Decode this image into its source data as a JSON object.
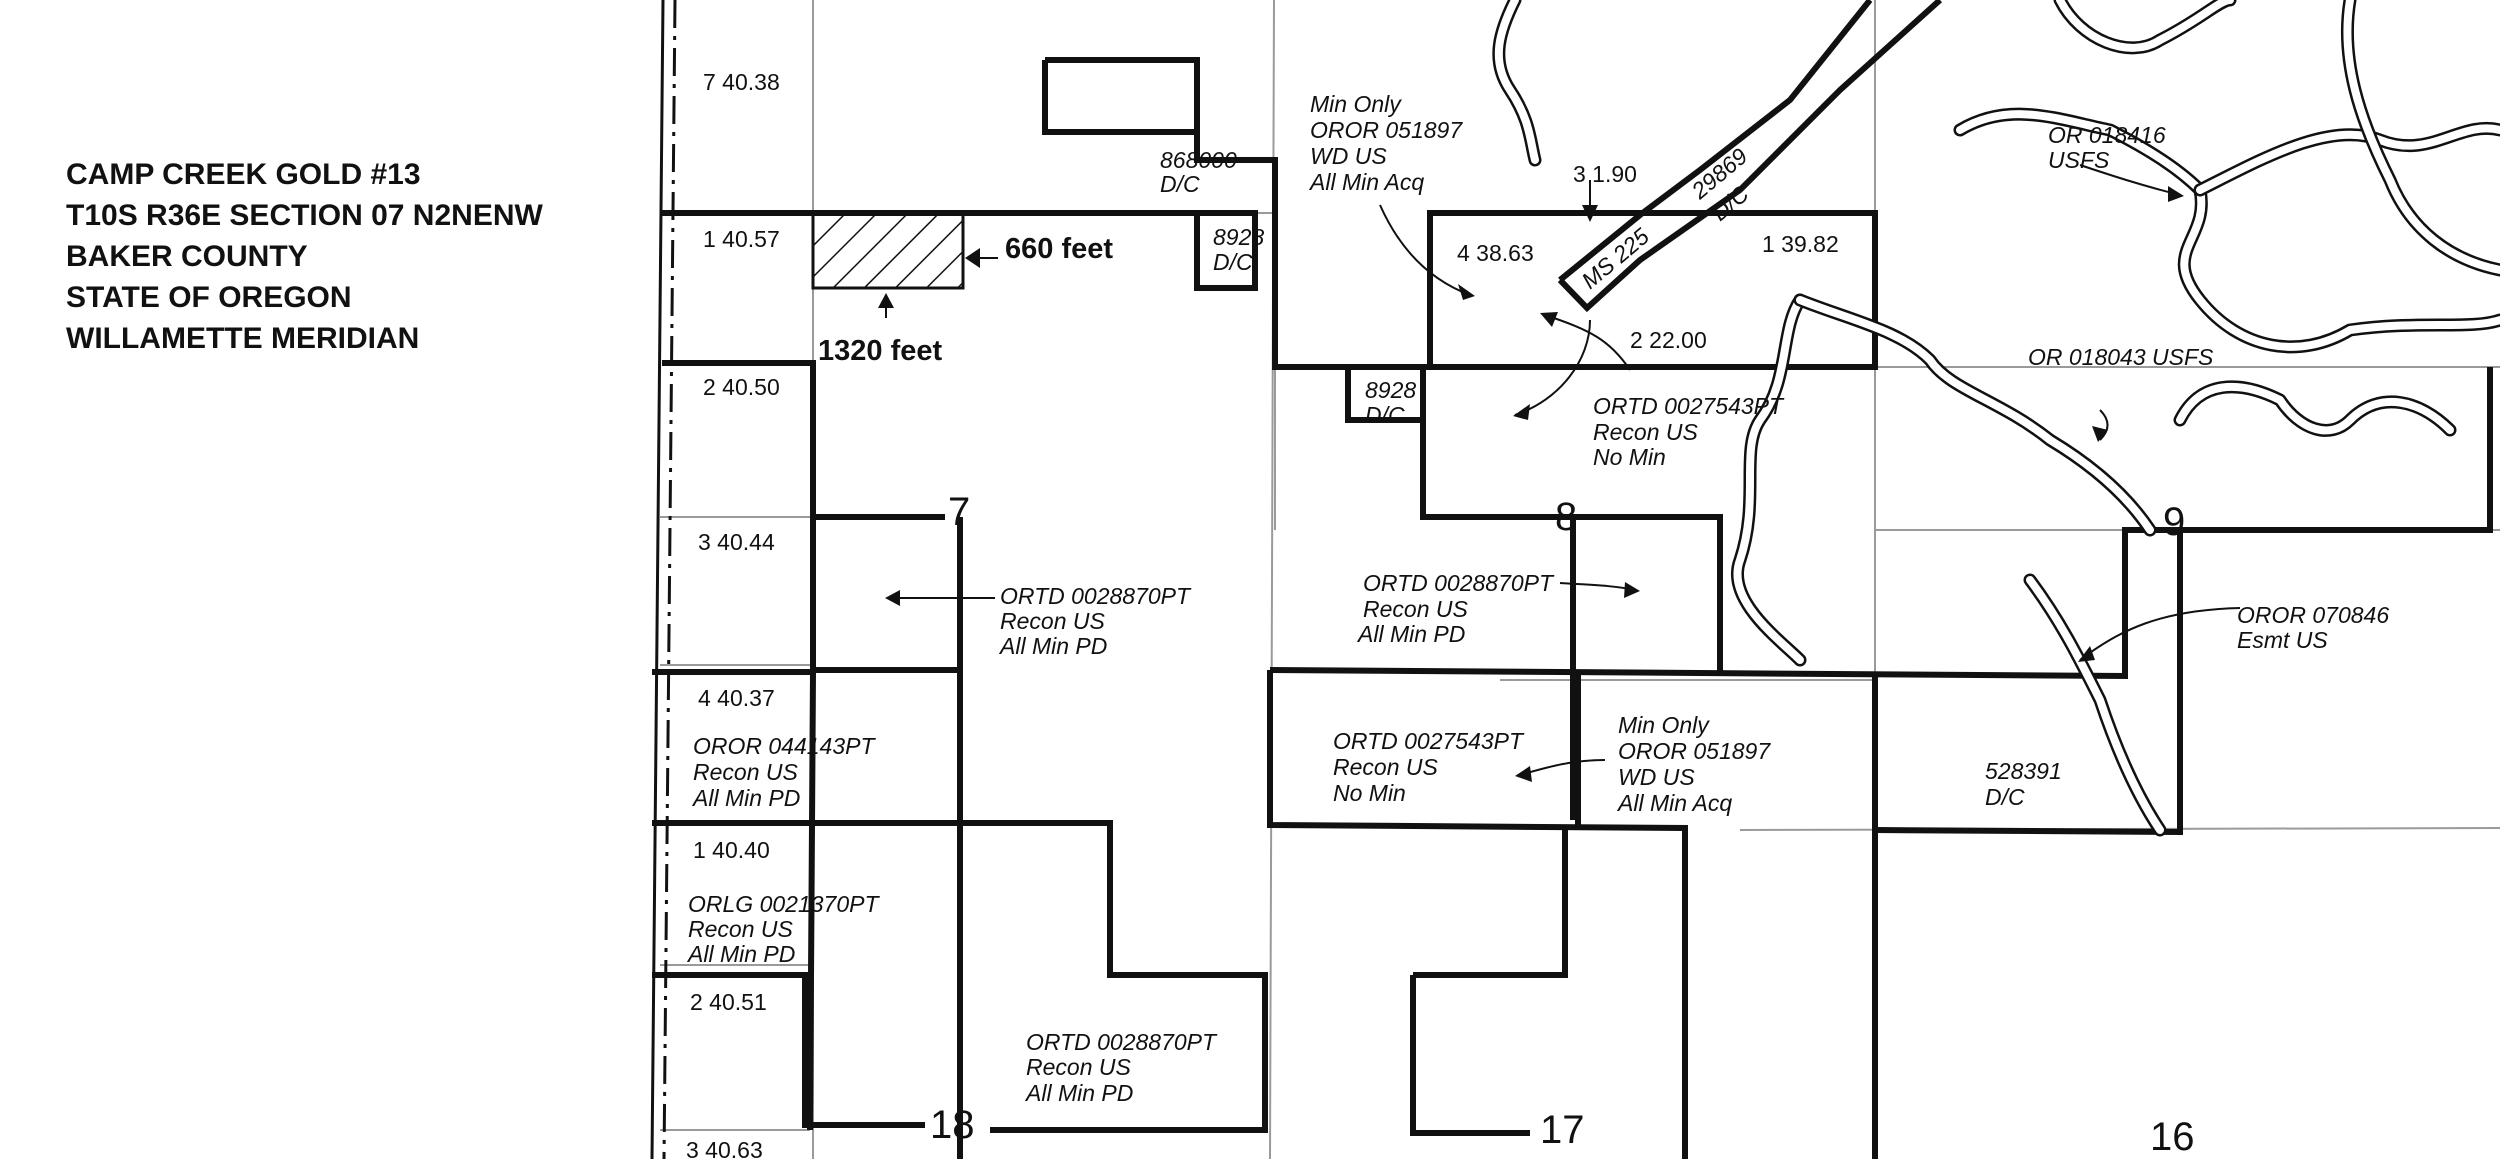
{
  "header": {
    "line1": "CAMP CREEK GOLD #13",
    "line2": "T10S R36E SECTION 07 N2NENW",
    "line3": "BAKER COUNTY",
    "line4": "STATE OF OREGON",
    "line5": "WILLAMETTE MERIDIAN"
  },
  "dimensions": {
    "width_label": "660 feet",
    "height_label": "1320 feet"
  },
  "sections": {
    "s7": "7",
    "s8": "8",
    "s9": "9",
    "s16": "16",
    "s17": "17",
    "s18": "18"
  },
  "lots": {
    "a": "7 40.38",
    "b": "1 40.57",
    "c": "2 40.50",
    "d": "3 40.44",
    "e": "4 40.37",
    "f": "1 40.40",
    "g": "2 40.51",
    "h": "3 40.63",
    "i": "3 1.90",
    "j": "4 38.63",
    "k": "1 39.82",
    "l": "2 22.00"
  },
  "labels": {
    "dc868000_1": "868000",
    "dc868000_2": "D/C",
    "dc8928a_1": "8928",
    "dc8928a_2": "D/C",
    "dc8928b_1": "8928",
    "dc8928b_2": "D/C",
    "minonly_1": "Min Only",
    "minonly_2": "OROR  051897",
    "minonly_3": "WD US",
    "minonly_4": "All Min Acq",
    "ms225": "MS 225",
    "ms29869_1": "29869",
    "ms29869_2": "D/C",
    "or018416_1": "OR 018416",
    "or018416_2": "USFS",
    "or018043": "OR 018043  USFS",
    "ortd27543a_1": "ORTD  0027543PT",
    "ortd27543a_2": "Recon US",
    "ortd27543a_3": "No Min",
    "ortd28870a_1": "ORTD  0028870PT",
    "ortd28870a_2": "Recon US",
    "ortd28870a_3": "All Min PD",
    "ortd28870b_1": "ORTD  0028870PT",
    "ortd28870b_2": "Recon US",
    "ortd28870b_3": "All Min PD",
    "oror70846_1": "OROR   070846",
    "oror70846_2": "Esmt US",
    "oror44143_1": "OROR   044143PT",
    "oror44143_2": "Recon US",
    "oror44143_3": "All Min PD",
    "ortd27543b_1": "ORTD  0027543PT",
    "ortd27543b_2": "Recon US",
    "ortd27543b_3": "No Min",
    "minonly2_1": "Min Only",
    "minonly2_2": "OROR  051897",
    "minonly2_3": "WD US",
    "minonly2_4": "All Min Acq",
    "dc528391_1": "528391",
    "dc528391_2": "D/C",
    "orlg_1": "ORLG  0021370PT",
    "orlg_2": "Recon US",
    "orlg_3": "All Min PD",
    "ortd28870c_1": "ORTD  0028870PT",
    "ortd28870c_2": "Recon US",
    "ortd28870c_3": "All Min PD"
  }
}
